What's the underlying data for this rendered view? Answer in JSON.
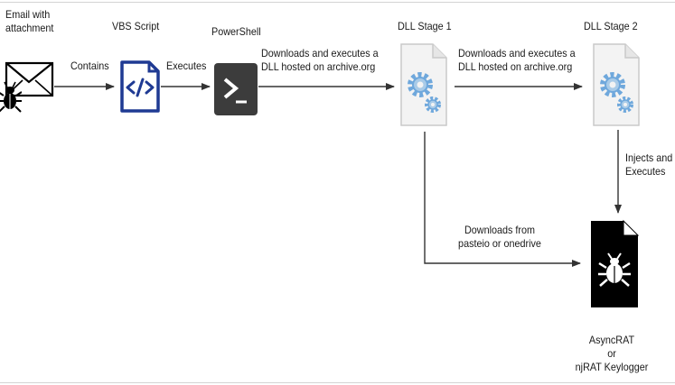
{
  "nodes": {
    "email": {
      "line1": "Email with",
      "line2": "attachment"
    },
    "vbs": {
      "label": "VBS Script"
    },
    "powershell": {
      "label": "PowerShell"
    },
    "dll1": {
      "label": "DLL Stage 1"
    },
    "dll2": {
      "label": "DLL Stage 2"
    },
    "payload": {
      "line1": "AsyncRAT",
      "line2": "or",
      "line3": "njRAT Keylogger"
    }
  },
  "edges": {
    "email_vbs": {
      "label": "Contains"
    },
    "vbs_ps": {
      "label": "Executes"
    },
    "ps_dll1": {
      "line1": "Downloads and executes a",
      "line2": "DLL hosted on archive.org"
    },
    "dll1_dll2": {
      "line1": "Downloads and executes a",
      "line2": "DLL hosted on archive.org"
    },
    "dll2_payload": {
      "line1": "Injects and",
      "line2": "Executes"
    },
    "dll1_payload": {
      "line1": "Downloads from",
      "line2": "pasteio or onedrive"
    }
  },
  "colors": {
    "vbs_blue": "#1f3a93",
    "powershell_bg": "#3c3c3c",
    "gear_blue": "#6fa8dc",
    "arrow": "#333333",
    "payload_bg": "#000000"
  },
  "icons": {
    "email": "envelope-icon",
    "bug": "bug-icon",
    "vbs": "code-file-icon",
    "powershell": "powershell-prompt-icon",
    "dll": "gear-document-icon",
    "payload": "malware-bug-document-icon"
  }
}
